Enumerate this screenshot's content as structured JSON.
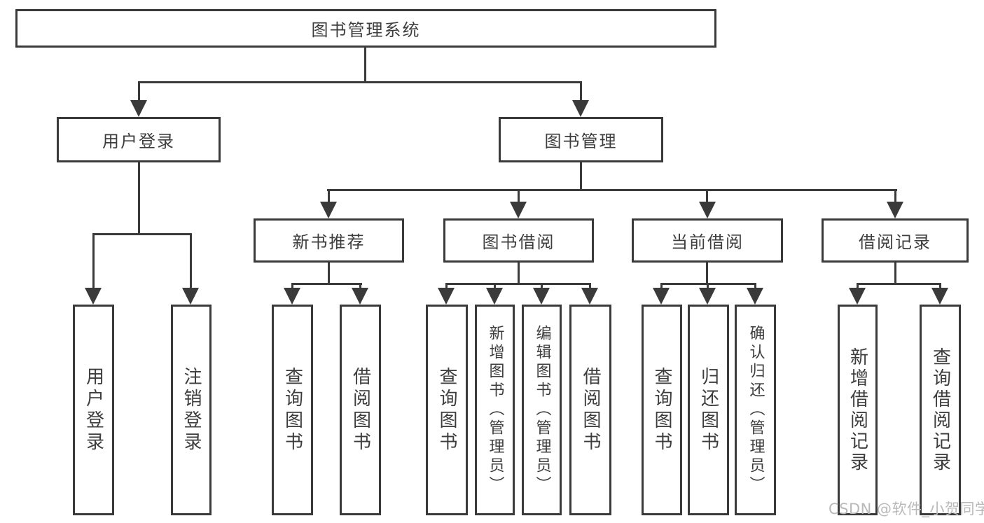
{
  "diagram": {
    "title": "图书管理系统",
    "watermark": "CSDN @软件_小贺同学",
    "colors": {
      "line": "#3a3a3a",
      "text": "#3d3d3d",
      "background": "#ffffff",
      "watermark": "#b9b9b9"
    },
    "nodes": {
      "root": "图书管理系统",
      "user_login": "用户登录",
      "book_management": "图书管理",
      "user_login_leaf": "用户登录",
      "logout_leaf": "注销登录",
      "new_book_recommend": "新书推荐",
      "book_borrow": "图书借阅",
      "current_borrow": "当前借阅",
      "borrow_record": "借阅记录",
      "nbr_query_books": "查询图书",
      "nbr_borrow_books": "借阅图书",
      "bb_query_books": "查询图书",
      "bb_add_books": "新增图书（管理员）",
      "bb_edit_books": "编辑图书（管理员）",
      "bb_borrow_books": "借阅图书",
      "cb_query_books": "查询图书",
      "cb_return_books": "归还图书",
      "cb_confirm_return": "确认归还（管理员）",
      "br_add_record": "新增借阅记录",
      "br_query_record": "查询借阅记录"
    }
  }
}
